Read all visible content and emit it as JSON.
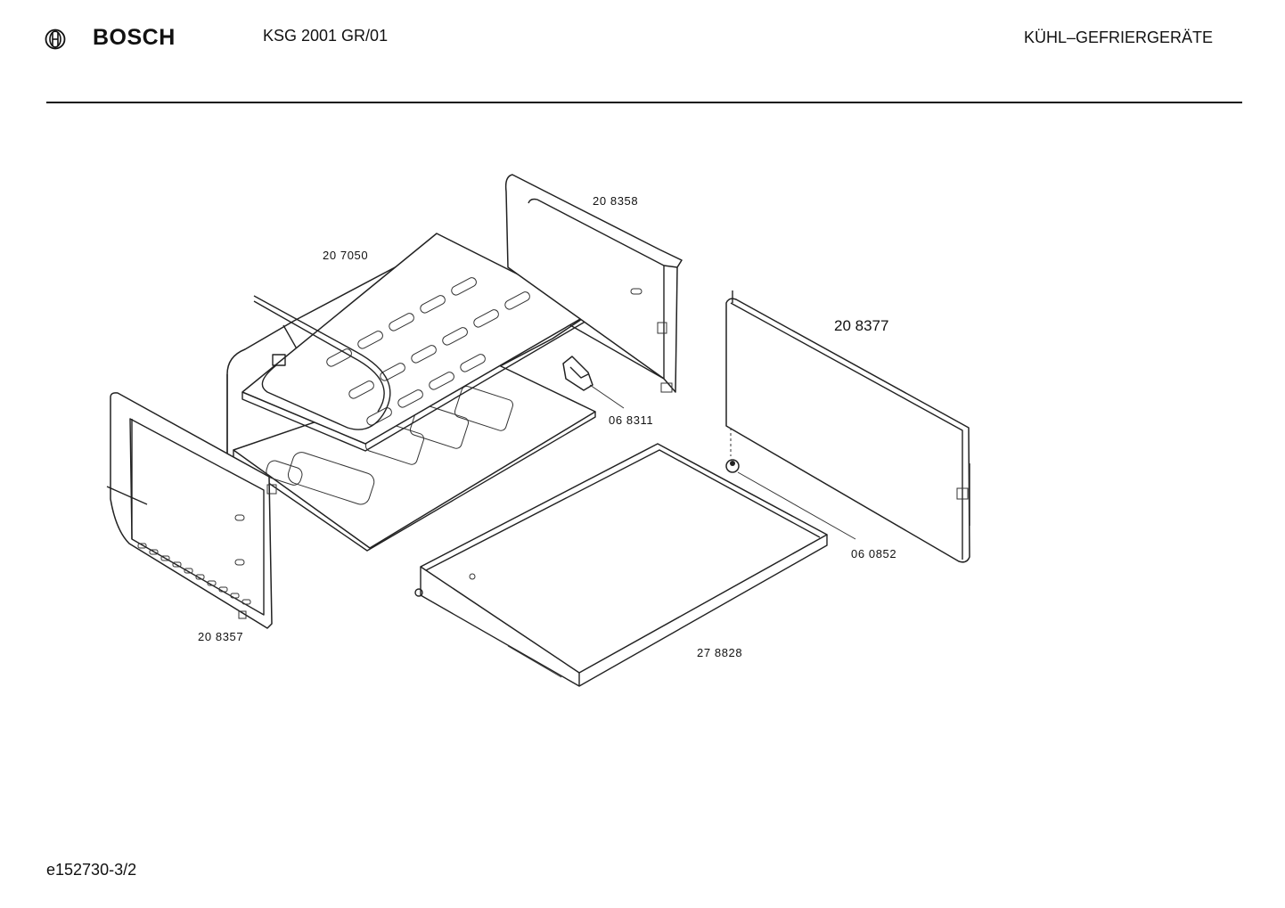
{
  "header": {
    "brand": "BOSCH",
    "model": "KSG 2001 GR/01",
    "category": "KÜHL–GEFRIERGERÄTE",
    "logo_icon": "bosch-armature-icon"
  },
  "parts": {
    "p207050": "20 7050",
    "p208358": "20 8358",
    "p208377": "20 8377",
    "p068311": "06 8311",
    "p060852": "06 0852",
    "p208357": "20 8357",
    "p278828": "27 8828"
  },
  "footer": {
    "doc_id": "e152730-3/2"
  }
}
